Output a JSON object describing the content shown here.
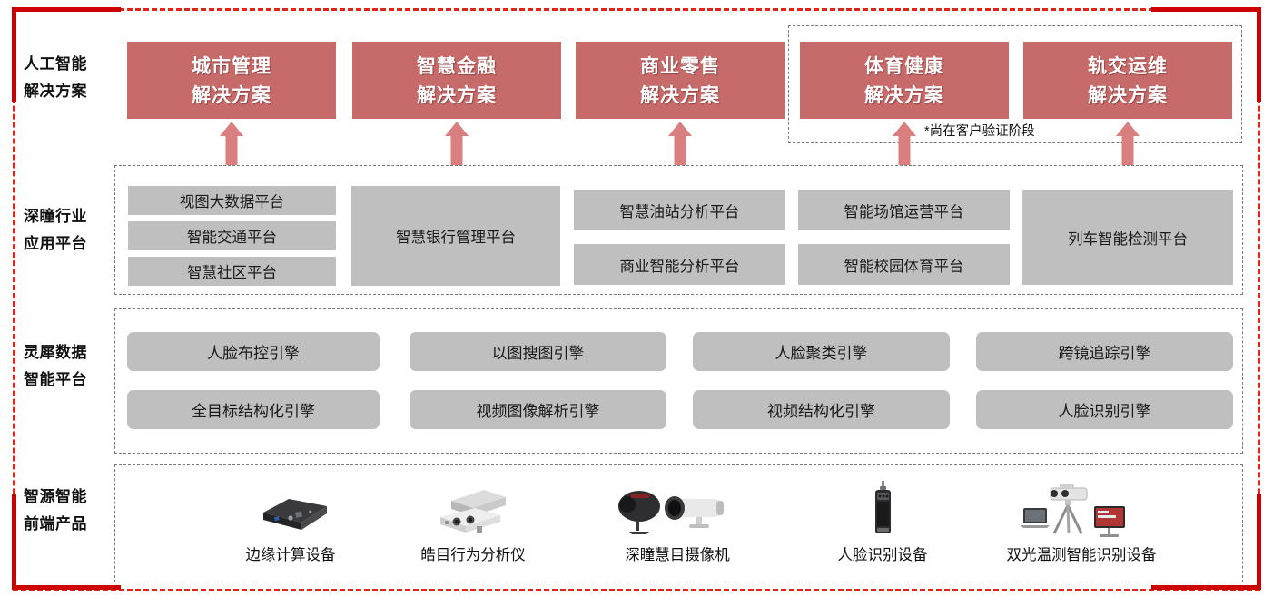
{
  "frame": {
    "accent_color": "#cc0000",
    "dash_color": "#e2231a",
    "card_color": "#c76a6a",
    "tile_color": "#bfbfbf"
  },
  "rows": [
    {
      "id": "ai-solutions",
      "label_line1": "人工智能",
      "label_line2": "解决方案"
    },
    {
      "id": "industry-platforms",
      "label_line1": "深瞳行业",
      "label_line2": "应用平台"
    },
    {
      "id": "data-intelligence",
      "label_line1": "灵犀数据",
      "label_line2": "智能平台"
    },
    {
      "id": "frontend-products",
      "label_line1": "智源智能",
      "label_line2": "前端产品"
    }
  ],
  "solutions": [
    {
      "line1": "城市管理",
      "line2": "解决方案"
    },
    {
      "line1": "智慧金融",
      "line2": "解决方案"
    },
    {
      "line1": "商业零售",
      "line2": "解决方案"
    },
    {
      "line1": "体育健康",
      "line2": "解决方案"
    },
    {
      "line1": "轨交运维",
      "line2": "解决方案"
    }
  ],
  "validation_note": "*尚在客户验证阶段",
  "industry_platforms": {
    "group1": [
      "视图大数据平台",
      "智能交通平台",
      "智慧社区平台"
    ],
    "group2": [
      "智慧银行管理平台"
    ],
    "group3": [
      "智慧油站分析平台",
      "商业智能分析平台"
    ],
    "group4": [
      "智能场馆运营平台",
      "智能校园体育平台"
    ],
    "group5": [
      "列车智能检测平台"
    ]
  },
  "engines": {
    "top": [
      "人脸布控引擎",
      "以图搜图引擎",
      "人脸聚类引擎",
      "跨镜追踪引擎"
    ],
    "bottom": [
      "全目标结构化引擎",
      "视频图像解析引擎",
      "视频结构化引擎",
      "人脸识别引擎"
    ]
  },
  "products": [
    {
      "label": "边缘计算设备",
      "icon": "edge-computing-box-icon"
    },
    {
      "label": "皓目行为分析仪",
      "icon": "behavior-analyzer-icon"
    },
    {
      "label": "深瞳慧目摄像机",
      "icon": "camera-pair-icon"
    },
    {
      "label": "人脸识别设备",
      "icon": "face-terminal-icon"
    },
    {
      "label": "双光温测智能识别设备",
      "icon": "dual-light-thermal-icon"
    }
  ]
}
